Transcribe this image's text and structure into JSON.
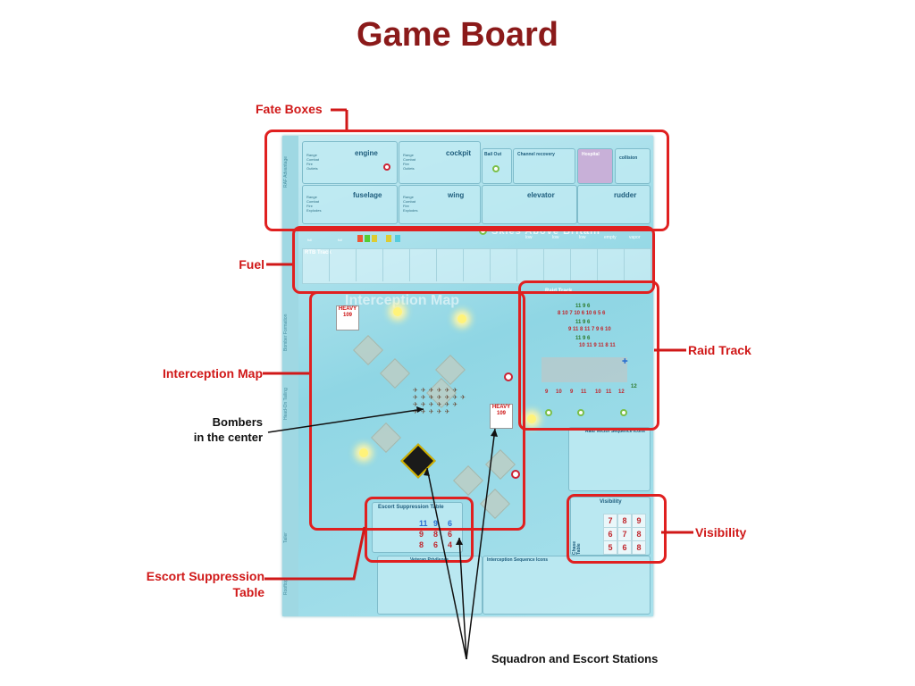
{
  "page": {
    "title": "Game Board"
  },
  "callouts": {
    "fate_boxes": "Fate Boxes",
    "fuel": "Fuel",
    "interception_map": "Interception Map",
    "bombers_line1": "Bombers",
    "bombers_line2": "in the center",
    "escort_line1": "Escort Suppression",
    "escort_line2": "Table",
    "raid_track": "Raid Track",
    "visibility": "Visibility",
    "squadron": "Squadron and Escort Stations"
  },
  "board": {
    "fate_box_labels": [
      "engine",
      "cockpit",
      "Bail Out",
      "Channel recovery",
      "Hospital",
      "collision",
      "fuselage",
      "wing",
      "elevator",
      "rudder"
    ],
    "game_name": "Skies Above Britain",
    "fuel_track": {
      "title": "Fuel Track",
      "rtb_title": "RTB Track",
      "levels": [
        "full",
        "full",
        "low",
        "low",
        "low",
        "empty",
        "vapor"
      ]
    },
    "map_title": "Interception Map",
    "heavy_token": {
      "line1": "HEAVY",
      "line2": "109"
    },
    "raid_track": {
      "title": "Raid Track",
      "bottom_numbers": [
        "9",
        "10",
        "9",
        "11",
        "10",
        "11",
        "12",
        "12"
      ]
    },
    "raid_vector_title": "Raid Vector Sequence Icons",
    "escort_table": {
      "title": "Escort Suppression Table",
      "values": [
        [
          "11",
          "9",
          "6"
        ],
        [
          "9",
          "8",
          "6"
        ],
        [
          "8",
          "6",
          "4"
        ]
      ]
    },
    "visibility": {
      "title": "Visibility",
      "chase_label": "Chase Table",
      "values": [
        [
          "7",
          "8",
          "9"
        ],
        [
          "6",
          "7",
          "8"
        ],
        [
          "5",
          "6",
          "8"
        ]
      ]
    },
    "veteran_title": "Veteran Privileges",
    "interception_seq_title": "Interception Sequence Icons"
  },
  "colors": {
    "title": "#8b1a1a",
    "callout": "#d01818",
    "board": "#a9e1ec"
  }
}
